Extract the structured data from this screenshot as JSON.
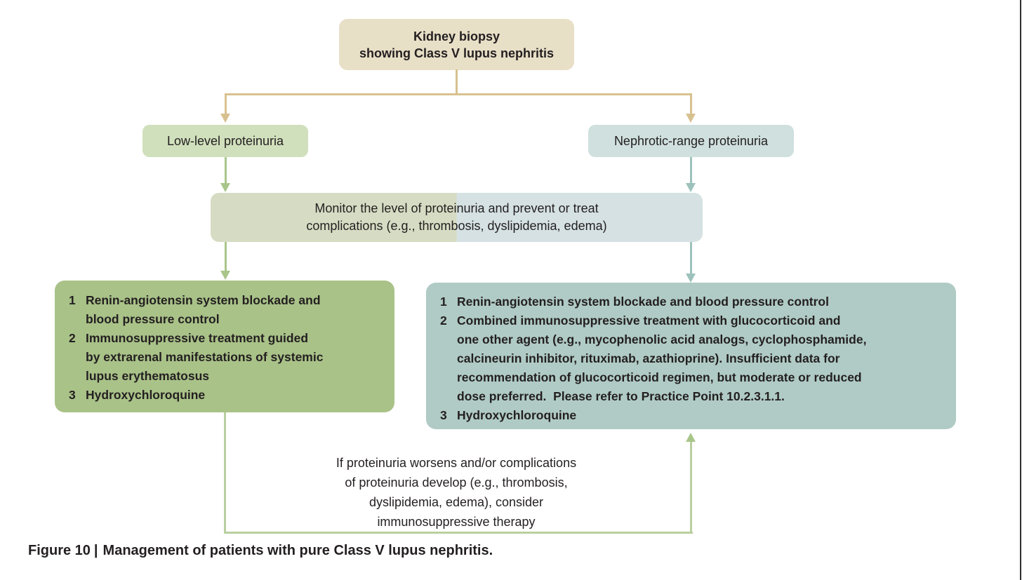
{
  "figure_type": "flowchart",
  "colors": {
    "root_box_bg": "#e8dfc7",
    "tan_connector": "#d8c190",
    "branch_left_bg": "#d0e0bc",
    "branch_right_bg": "#cfe0de",
    "monitor_left_bg": "#d6dcc3",
    "monitor_right_bg": "#d5e1e3",
    "green_connector": "#a9c68a",
    "teal_connector": "#9cc2bb",
    "plan_left_bg": "#a9c288",
    "plan_right_bg": "#b0cbc5",
    "loop_connector": "#b9cfa0",
    "text": "#231f20"
  },
  "nodes": {
    "root": {
      "label": "Kidney biopsy\nshowing Class V lupus nephritis"
    },
    "left_branch": {
      "label": "Low-level proteinuria"
    },
    "right_branch": {
      "label": "Nephrotic-range proteinuria"
    },
    "monitor": {
      "label": "Monitor the level of proteinuria and prevent or treat\ncomplications (e.g., thrombosis, dyslipidemia, edema)"
    },
    "left_plan": {
      "items": [
        {
          "num": "1",
          "text": "Renin-angiotensin system blockade and\nblood pressure control"
        },
        {
          "num": "2",
          "text": "Immunosuppressive treatment guided\nby extrarenal manifestations of systemic\nlupus erythematosus"
        },
        {
          "num": "3",
          "text": "Hydroxychloroquine"
        }
      ]
    },
    "right_plan": {
      "items": [
        {
          "num": "1",
          "text": "Renin-angiotensin system blockade and blood pressure control"
        },
        {
          "num": "2",
          "text": "Combined immunosuppressive treatment with glucocorticoid and\none other agent (e.g., mycophenolic acid analogs, cyclophosphamide,\ncalcineurin inhibitor, rituximab, azathioprine). Insufficient data for\nrecommendation of glucocorticoid regimen, but moderate or reduced\ndose preferred.  Please refer to Practice Point 10.2.3.1.1."
        },
        {
          "num": "3",
          "text": "Hydroxychloroquine"
        }
      ]
    },
    "loop_note": {
      "label": "If proteinuria worsens and/or complications\nof proteinuria develop (e.g., thrombosis,\ndyslipidemia, edema), consider\nimmunosuppressive therapy"
    }
  },
  "caption": {
    "label": "Figure 10",
    "divider": "|",
    "title": "Management of patients with pure Class V lupus nephritis."
  }
}
